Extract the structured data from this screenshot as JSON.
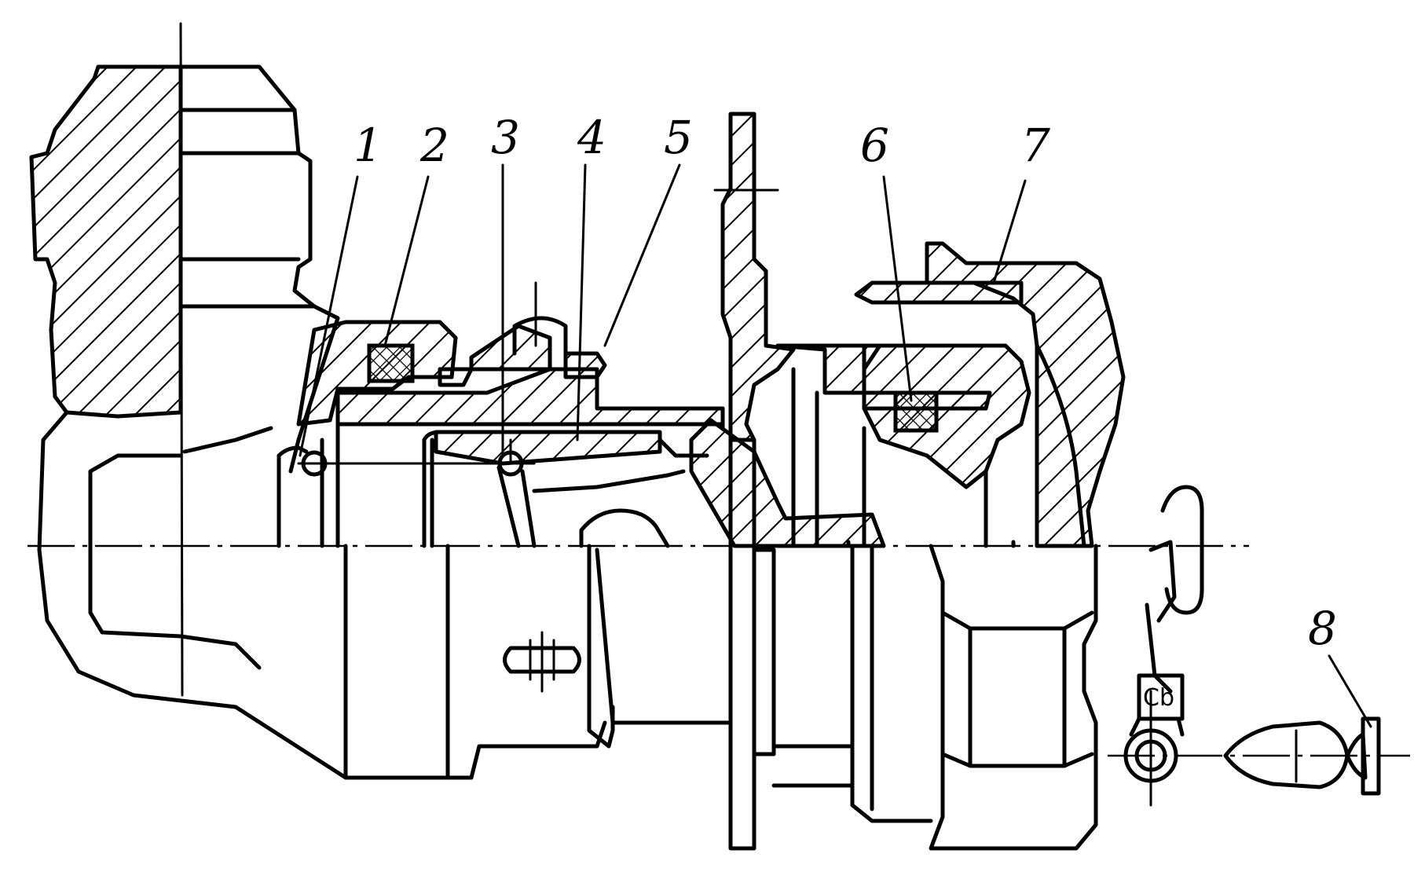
{
  "callouts": [
    {
      "id": "1",
      "text": "1"
    },
    {
      "id": "2",
      "text": "2"
    },
    {
      "id": "3",
      "text": "3"
    },
    {
      "id": "4",
      "text": "4"
    },
    {
      "id": "5",
      "text": "5"
    },
    {
      "id": "6",
      "text": "6"
    },
    {
      "id": "7",
      "text": "7"
    },
    {
      "id": "8",
      "text": "8"
    }
  ],
  "stamp_text": "Cb"
}
